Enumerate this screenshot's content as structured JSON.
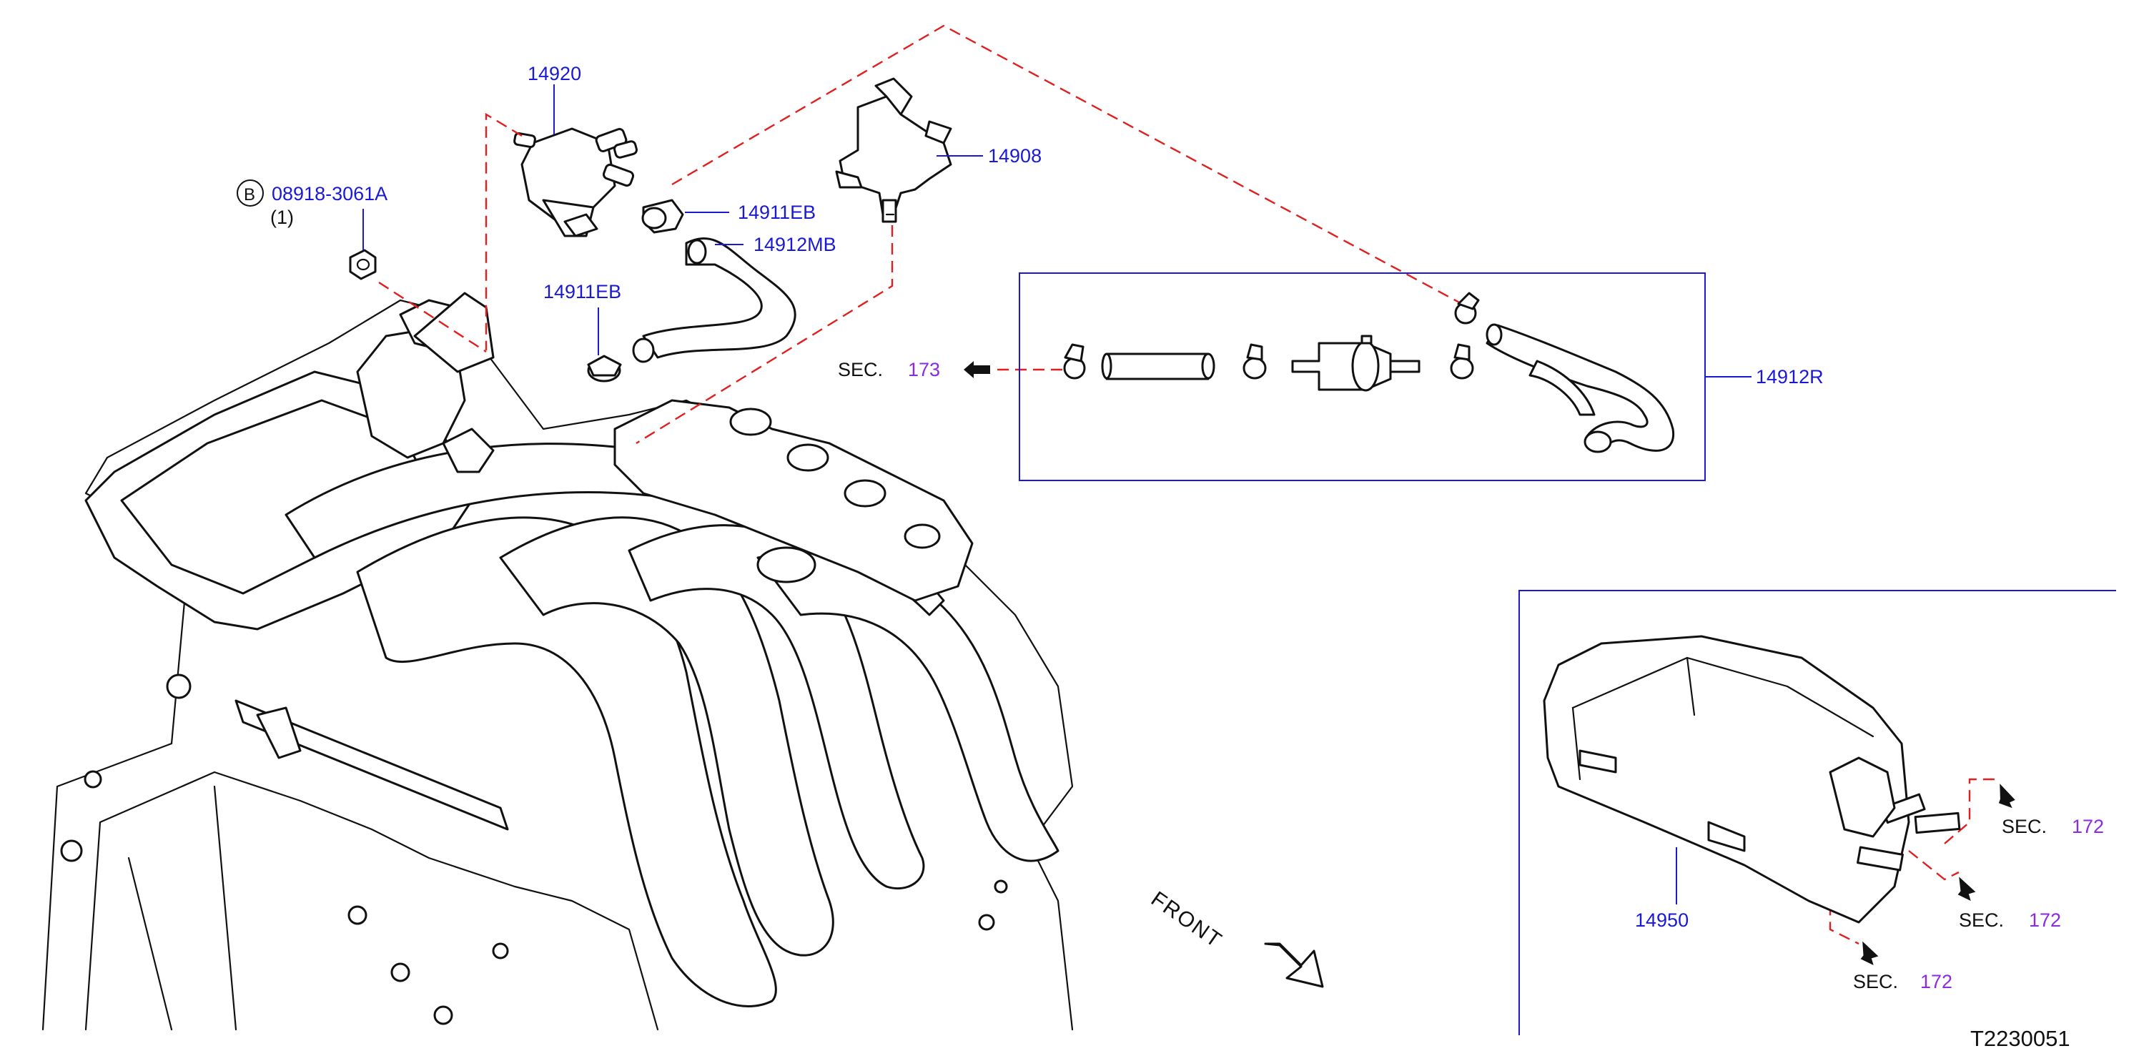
{
  "diagram_code": "T2230051",
  "front_label": "FRONT",
  "parts": {
    "p14920": "14920",
    "p14908": "14908",
    "p14911eb_top": "14911EB",
    "p14912mb": "14912MB",
    "p14911eb_left": "14911EB",
    "p14912r": "14912R",
    "p14950": "14950",
    "bolt_circle": "B",
    "bolt_number": "08918-3061A",
    "bolt_qty": "(1)"
  },
  "section_refs": {
    "sec_word": "SEC.",
    "sec173": "173",
    "sec172_a": "172",
    "sec172_b": "172",
    "sec172_c": "172"
  },
  "colors": {
    "part_number": "#1a1ad6",
    "section_number": "#8a2be2",
    "guide_line": "#e02020",
    "line_art": "#111111"
  }
}
